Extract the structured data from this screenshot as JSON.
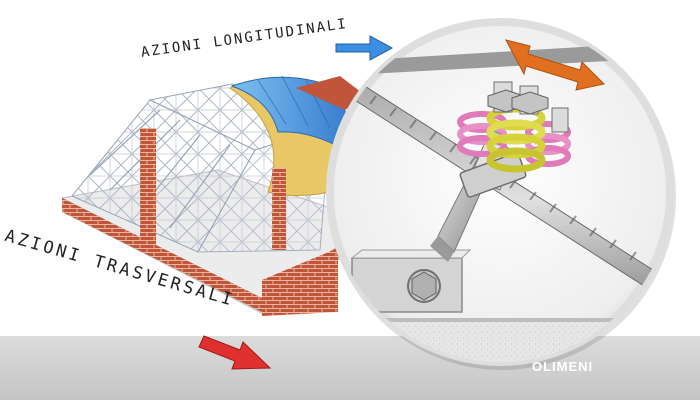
{
  "labels": {
    "longitudinal": "AZIONI LONGITUDINALI",
    "transversal": "AZIONI TRASVERSALI"
  },
  "brand": {
    "name": "OLIMENI"
  },
  "colors": {
    "longitudinal_arrow": "#3a8fe0",
    "transversal_arrow": "#e03030",
    "detail_arrow": "#e07020",
    "spring_yellow": "#d6d23a",
    "spring_pink": "#e07ab8",
    "brick": "#c0553a",
    "roof_blue": "#5aa0e0",
    "insulation": "#e8c866",
    "floor_band": "#d2d2d2"
  }
}
